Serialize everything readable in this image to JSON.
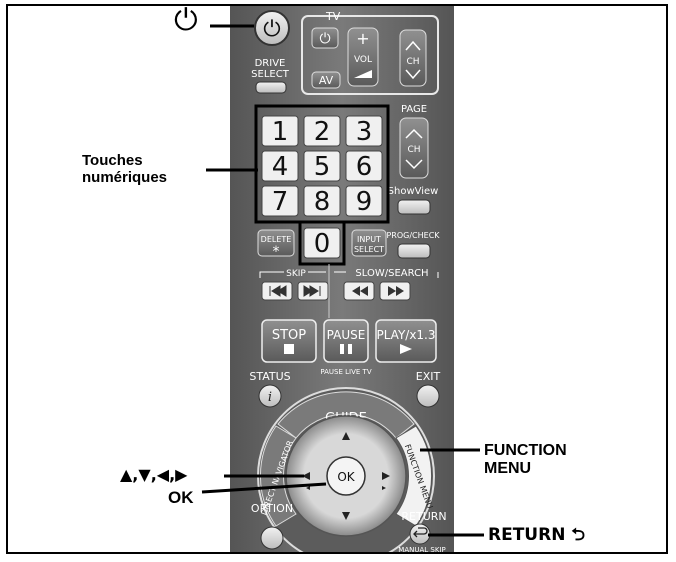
{
  "remote": {
    "power_symbol": "⏻",
    "tv_label": "TV",
    "drive_select": [
      "DRIVE",
      "SELECT"
    ],
    "av_label": "AV",
    "vol_label": "VOL",
    "vol_plus": "+",
    "ch_label": "CH",
    "page_label": "PAGE",
    "page_ch_label": "CH",
    "digits": [
      "1",
      "2",
      "3",
      "4",
      "5",
      "6",
      "7",
      "8",
      "9",
      "0"
    ],
    "showview": "ShowView",
    "delete_label": "DELETE",
    "delete_symbol": "*",
    "input_select": [
      "INPUT",
      "SELECT"
    ],
    "prog_check": "PROG/CHECK",
    "skip_label": "SKIP",
    "slow_search": "SLOW/SEARCH",
    "stop": "STOP",
    "pause": "PAUSE",
    "play": "PLAY/x1.3",
    "pause_live_tv": "PAUSE LIVE TV",
    "status": "STATUS",
    "exit": "EXIT",
    "guide": "GUIDE",
    "direct_navigator": "DIRECT NAVIGATOR",
    "function_menu_ring": "FUNCTION MENU",
    "ok_center": "OK",
    "option": "OPTION",
    "return_label": "RETURN",
    "manual_skip": "MANUAL SKIP"
  },
  "callouts": {
    "power": "⏻",
    "numeric": [
      "Touches",
      "numériques"
    ],
    "function_menu": [
      "FUNCTION",
      "MENU"
    ],
    "arrows": "▲,▼,◀,▶",
    "ok": "OK",
    "return": "RETURN ⮌"
  },
  "colors": {
    "remote_body": "#6e6e6e",
    "button_light": "#e4e4e4",
    "callout_text": "#000000"
  }
}
